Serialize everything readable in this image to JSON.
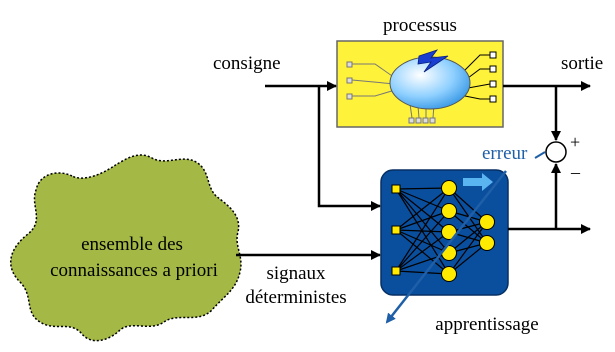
{
  "labels": {
    "process": "processus",
    "setpoint": "consigne",
    "output": "sortie",
    "error": "erreur",
    "plus": "+",
    "minus": "–",
    "knowledge_line1": "ensemble des",
    "knowledge_line2": "connaissances a priori",
    "signals_line1": "signaux",
    "signals_line2": "déterministes",
    "learning": "apprentissage"
  },
  "colors": {
    "process_fill": "#fff23a",
    "process_stroke": "#555555",
    "network_fill": "#0a4f9e",
    "neuron_fill": "#ffea00",
    "input_node_fill": "#ffea00",
    "knowledge_fill": "#a3b845",
    "error_arrow": "#5ab4f0",
    "error_text": "#1f5fa8",
    "sphere_light": "#ffffff",
    "sphere_dark": "#2a8fe0",
    "lightning": "#1a3fd0",
    "line": "#000000"
  },
  "icons": {
    "process_center": "blue-sphere-icon",
    "process_spark": "lightning-icon"
  }
}
